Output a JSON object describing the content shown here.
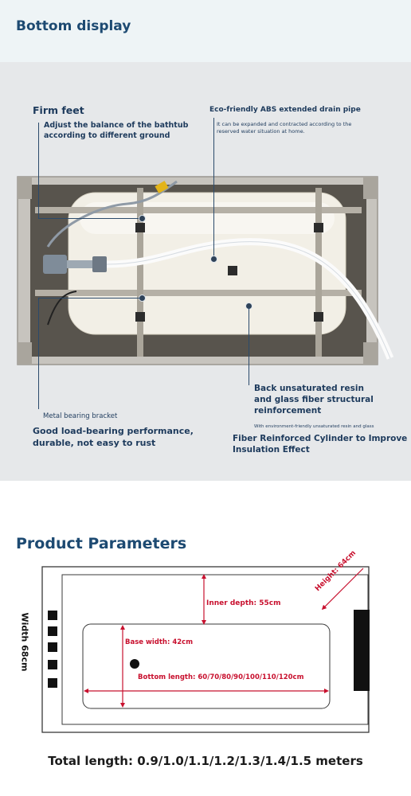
{
  "header": {
    "title": "Bottom display"
  },
  "annotations": {
    "firm_feet": {
      "title": "Firm feet",
      "desc_1": "Adjust the balance of the bathtub",
      "desc_2": "according to different ground"
    },
    "drain_pipe": {
      "title": "Eco-friendly ABS extended drain pipe",
      "desc_1": "It can be expanded and contracted according to the",
      "desc_2": "reserved water situation at home."
    },
    "metal_bracket": {
      "title": "Metal bearing bracket",
      "desc_1": "Good load-bearing performance,",
      "desc_2": "durable, not easy to rust"
    },
    "resin": {
      "title_1": "Back unsaturated resin",
      "title_2": "and glass fiber structural",
      "title_3": "reinforcement",
      "note": "With environment-friendly unsaturated resin and glass",
      "desc_1": "Fiber Reinforced Cylinder to Improve",
      "desc_2": "Insulation Effect"
    }
  },
  "params": {
    "title": "Product Parameters",
    "width_label": "Width 68cm",
    "height_label": "Height: 64cm",
    "inner_depth_label": "Inner depth: 55cm",
    "base_width_label": "Base width: 42cm",
    "bottom_length_label": "Bottom length: 60/70/80/90/100/110/120cm",
    "total_length": "Total length: 0.9/1.0/1.1/1.2/1.3/1.4/1.5 meters"
  },
  "colors": {
    "accent_red": "#c8102e",
    "heading_blue": "#1d4a72",
    "panel_gray": "#e6e8ea"
  }
}
